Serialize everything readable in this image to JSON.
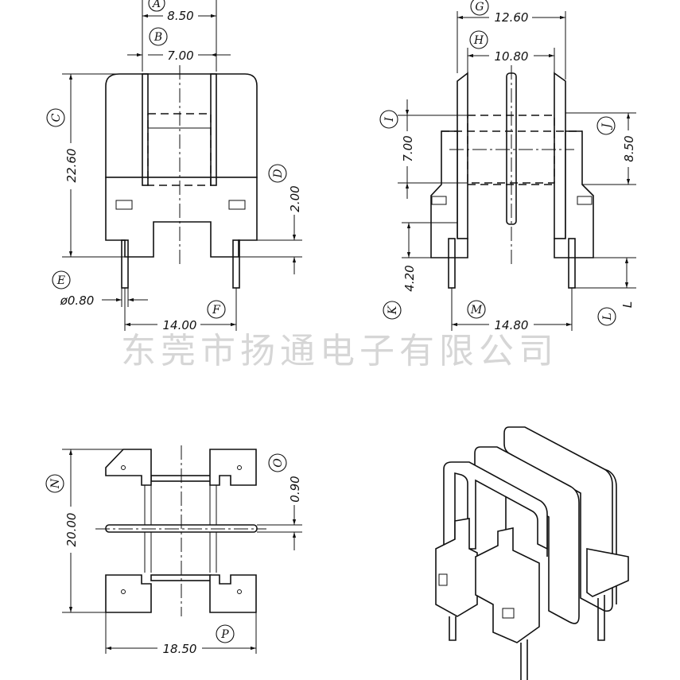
{
  "watermark": "东莞市扬通电子有限公司",
  "front_view": {
    "dimensions": {
      "A": "8.50",
      "B": "7.00",
      "C": "22.60",
      "D": "2.00",
      "E": "ø0.80",
      "F": "14.00"
    },
    "labels": {
      "A": "A",
      "B": "B",
      "C": "C",
      "D": "D",
      "E": "E",
      "F": "F"
    }
  },
  "side_view": {
    "dimensions": {
      "G": "12.60",
      "H": "10.80",
      "I": "7.00",
      "J": "8.50",
      "K": "4.20",
      "L": "L",
      "M": "14.80"
    },
    "labels": {
      "G": "G",
      "H": "H",
      "I": "I",
      "J": "J",
      "K": "K",
      "L": "L",
      "M": "M"
    }
  },
  "top_view": {
    "dimensions": {
      "N": "20.00",
      "O": "0.90",
      "P": "18.50"
    },
    "labels": {
      "N": "N",
      "O": "O",
      "P": "P"
    }
  }
}
